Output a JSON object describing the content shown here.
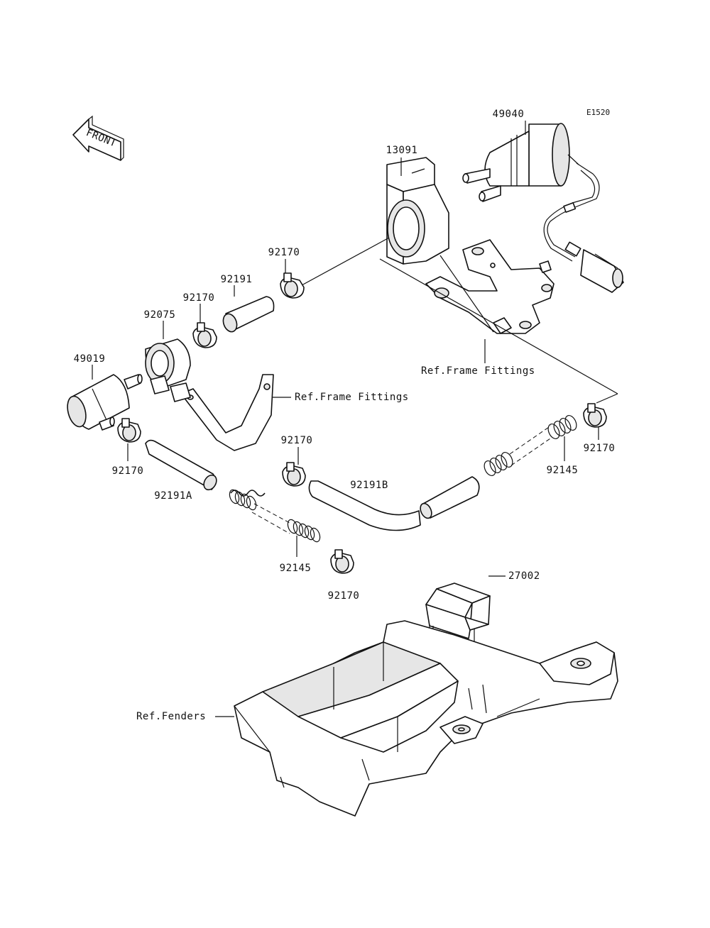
{
  "diagram_code": "E1520",
  "front_arrow_label": "FRONT",
  "labels": {
    "p49040": "49040",
    "p13091": "13091",
    "p92170_a": "92170",
    "p92191": "92191",
    "p92170_b": "92170",
    "p92075": "92075",
    "p49019": "49019",
    "p92170_c": "92170",
    "p92191A": "92191A",
    "ref_frame_1": "Ref.Frame Fittings",
    "ref_frame_2": "Ref.Frame Fittings",
    "p92170_d": "92170",
    "p92191B": "92191B",
    "p92145_a": "92145",
    "p92170_e": "92170",
    "p92145_b": "92145",
    "p92170_f": "92170",
    "p27002": "27002",
    "ref_fenders": "Ref.Fenders"
  }
}
